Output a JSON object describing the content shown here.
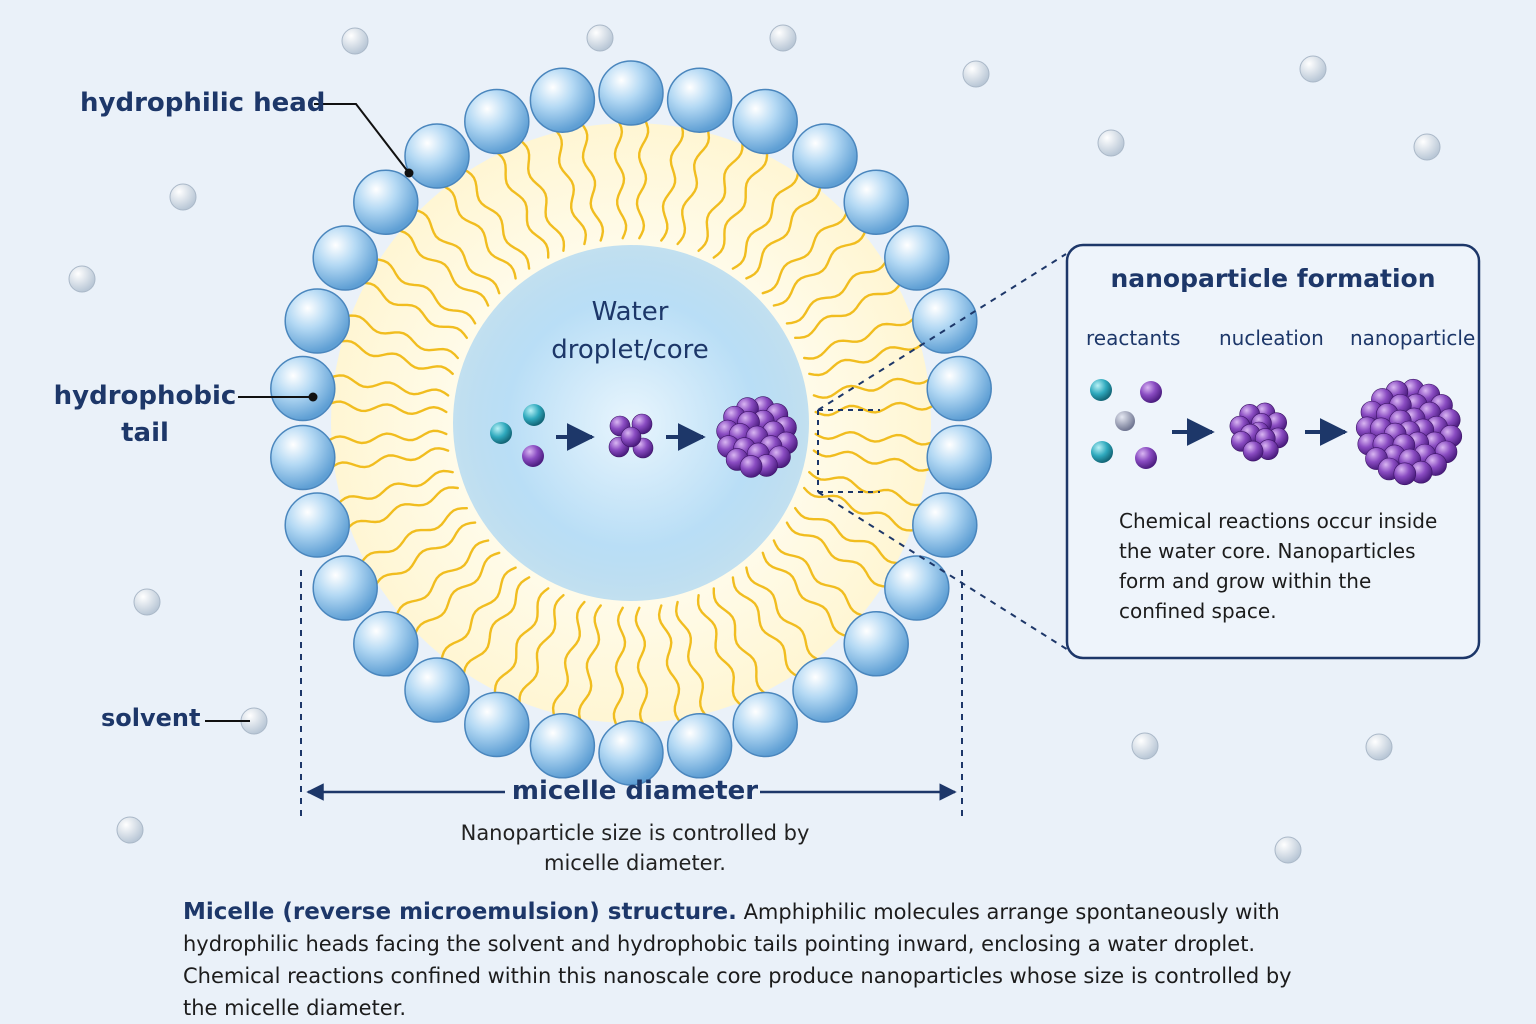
{
  "labels": {
    "hydrophilic_head": "hydrophilic head",
    "hydrophobic_tail": "hydrophobic tail",
    "solvent": "solvent",
    "core": "Water droplet/core",
    "diameter": "micelle diameter",
    "diameter_note": "Nanoparticle size is controlled by micelle diameter."
  },
  "panel": {
    "title": "nanoparticle formation",
    "steps": [
      "reactants",
      "nucleation",
      "nanoparticle"
    ],
    "text": "Chemical reactions occur inside the water core. Nanoparticles form and grow within the confined space."
  },
  "caption": {
    "title": "Micelle (reverse microemulsion) structure.",
    "body": "Amphiphilic molecules arrange spontaneously with hydrophilic heads facing the solvent and hydrophobic tails pointing inward, enclosing a water droplet. Chemical reactions confined within this nanoscale core produce nanoparticles whose size is controlled by the micelle diameter."
  },
  "colors": {
    "background": "#eaf1f9",
    "navy": "#1d3769",
    "head": "#8cc1ea",
    "tail": "#f1bd1f",
    "core": "#b7dcf5",
    "particle_purple": "#7b3fb0",
    "particle_teal": "#28a6b8",
    "particle_grey": "#8d93ab"
  }
}
